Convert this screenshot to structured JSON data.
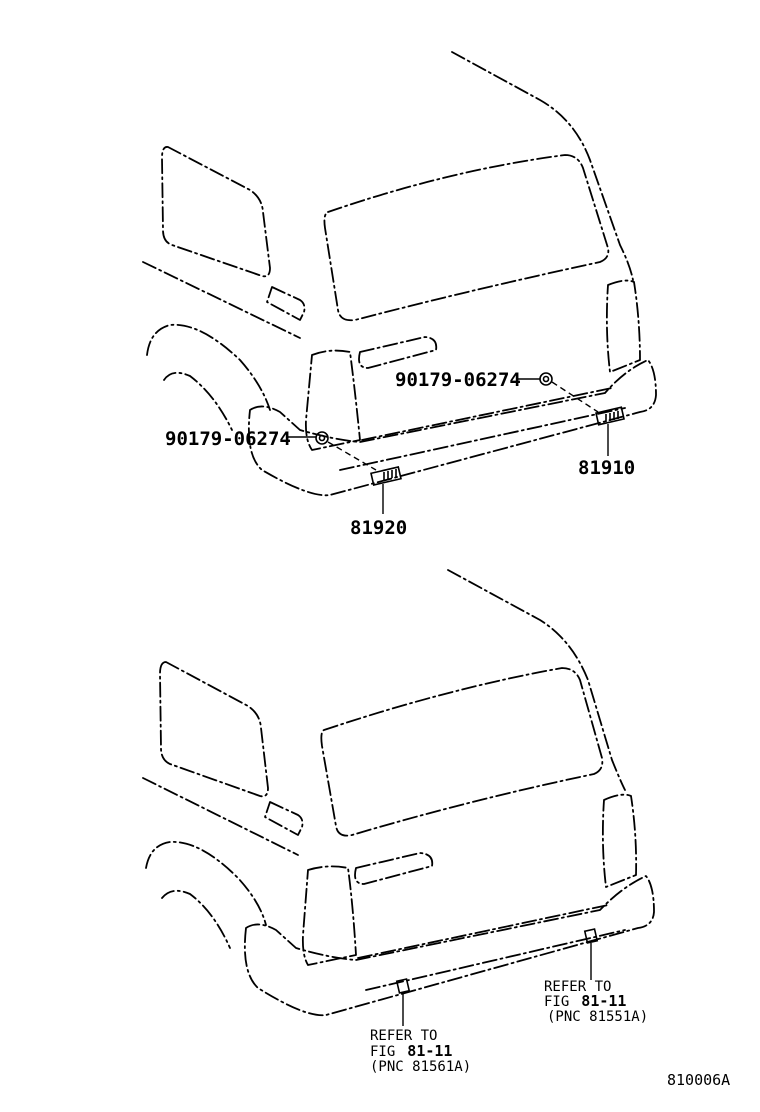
{
  "top_view": {
    "callout_upper_right": "90179-06274",
    "callout_left": "90179-06274",
    "part_right": "81910",
    "part_left": "81920"
  },
  "bottom_view": {
    "left_ref_line1": "REFER TO",
    "left_ref_fig_prefix": "FIG",
    "left_ref_fig_num": "81-11",
    "left_ref_pnc": "(PNC 81561A)",
    "right_ref_line1": "REFER TO",
    "right_ref_fig_prefix": "FIG",
    "right_ref_fig_num": "81-11",
    "right_ref_pnc": "(PNC 81551A)"
  },
  "figure_id": "810006A"
}
